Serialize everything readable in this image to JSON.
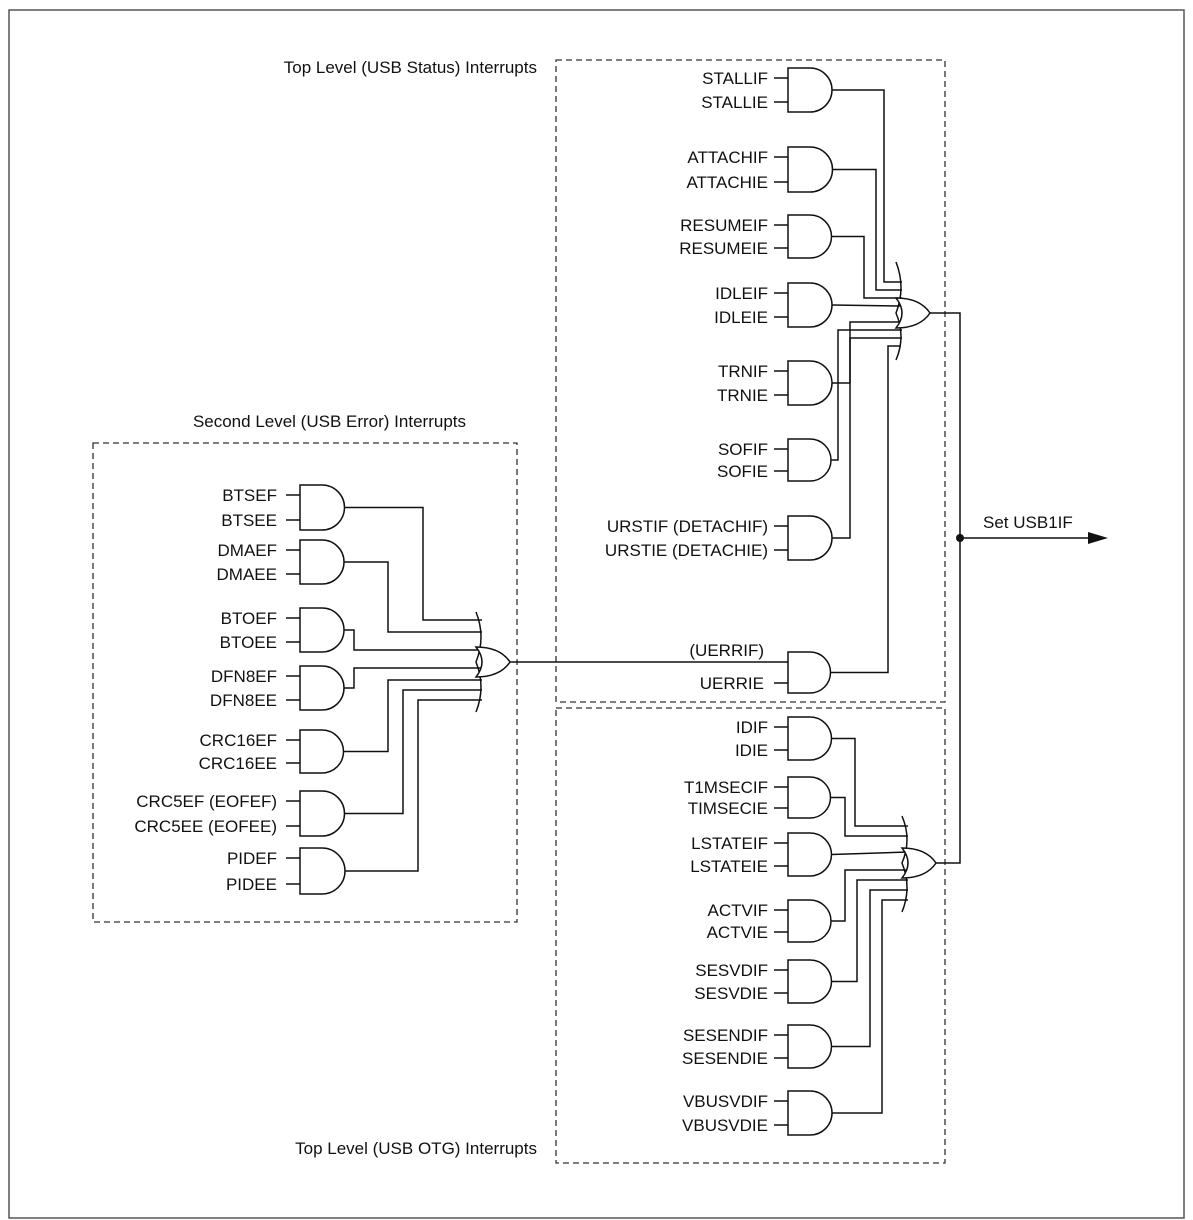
{
  "sections": {
    "status_title": "Top Level (USB Status) Interrupts",
    "error_title": "Second Level (USB Error) Interrupts",
    "otg_title": "Top Level (USB OTG) Interrupts"
  },
  "output_label": "Set USB1IF",
  "status_gates": [
    {
      "flag": "STALLIF",
      "enable": "STALLIE"
    },
    {
      "flag": "ATTACHIF",
      "enable": "ATTACHIE"
    },
    {
      "flag": "RESUMEIF",
      "enable": "RESUMEIE"
    },
    {
      "flag": "IDLEIF",
      "enable": "IDLEIE"
    },
    {
      "flag": "TRNIF",
      "enable": "TRNIE"
    },
    {
      "flag": "SOFIF",
      "enable": "SOFIE"
    },
    {
      "flag": "URSTIF (DETACHIF)",
      "enable": "URSTIE (DETACHIE)"
    }
  ],
  "uerr_gate": {
    "flag": "(UERRIF)",
    "enable": "UERRIE"
  },
  "error_gates": [
    {
      "flag": "BTSEF",
      "enable": "BTSEE"
    },
    {
      "flag": "DMAEF",
      "enable": "DMAEE"
    },
    {
      "flag": "BTOEF",
      "enable": "BTOEE"
    },
    {
      "flag": "DFN8EF",
      "enable": "DFN8EE"
    },
    {
      "flag": "CRC16EF",
      "enable": "CRC16EE"
    },
    {
      "flag": "CRC5EF (EOFEF)",
      "enable": "CRC5EE (EOFEE)"
    },
    {
      "flag": "PIDEF",
      "enable": "PIDEE"
    }
  ],
  "otg_gates": [
    {
      "flag": "IDIF",
      "enable": "IDIE"
    },
    {
      "flag": "T1MSECIF",
      "enable": "TIMSECIE"
    },
    {
      "flag": "LSTATEIF",
      "enable": "LSTATEIE"
    },
    {
      "flag": "ACTVIF",
      "enable": "ACTVIE"
    },
    {
      "flag": "SESVDIF",
      "enable": "SESVDIE"
    },
    {
      "flag": "SESENDIF",
      "enable": "SESENDIE"
    },
    {
      "flag": "VBUSVDIF",
      "enable": "VBUSVDIE"
    }
  ]
}
